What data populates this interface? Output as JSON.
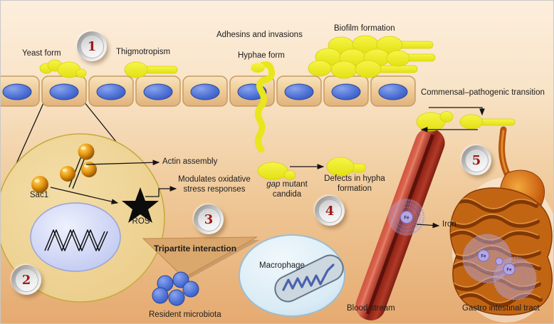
{
  "figure": {
    "description": "Candida albicans pathogenesis diagram"
  },
  "labels": {
    "yeast_form": "Yeast form",
    "thigmotropism": "Thigmotropism",
    "adhesins": "Adhesins and invasions",
    "hyphae_form": "Hyphae form",
    "biofilm": "Biofilm formation",
    "commensal": "Commensal–pathogenic transition",
    "actin": "Actin assembly",
    "modulates": "Modulates oxidative stress responses",
    "sac1": "Sac1",
    "ros": "ROS",
    "tripartite": "Tripartite interaction",
    "gap_word": "gap",
    "gap_rest": " mutant candida",
    "defects": "Defects in hypha formation",
    "macrophage": "Macrophage",
    "resident_microbiota": "Resident microbiota",
    "blood_stream": "Blood stream",
    "iron": "Iron",
    "gastro": "Gastro intestinal tract"
  },
  "badges": [
    "1",
    "2",
    "3",
    "4",
    "5"
  ],
  "atoms": [
    {
      "label": "Fe"
    },
    {
      "label": "Fe"
    },
    {
      "label": "Fe"
    }
  ],
  "colors": {
    "background_top": "#fdeedd",
    "background_bottom": "#e5aa70",
    "yeast_yellow": "#eeea28",
    "epithelium_tan": "#eccd9c",
    "nucleus_blue": "#4a6fd4",
    "vessel_red": "#a02a1c",
    "badge_number_red": "#9b1b1b",
    "cell_body": "#eccf8e",
    "macrophage_blue": "#ddeef8"
  }
}
